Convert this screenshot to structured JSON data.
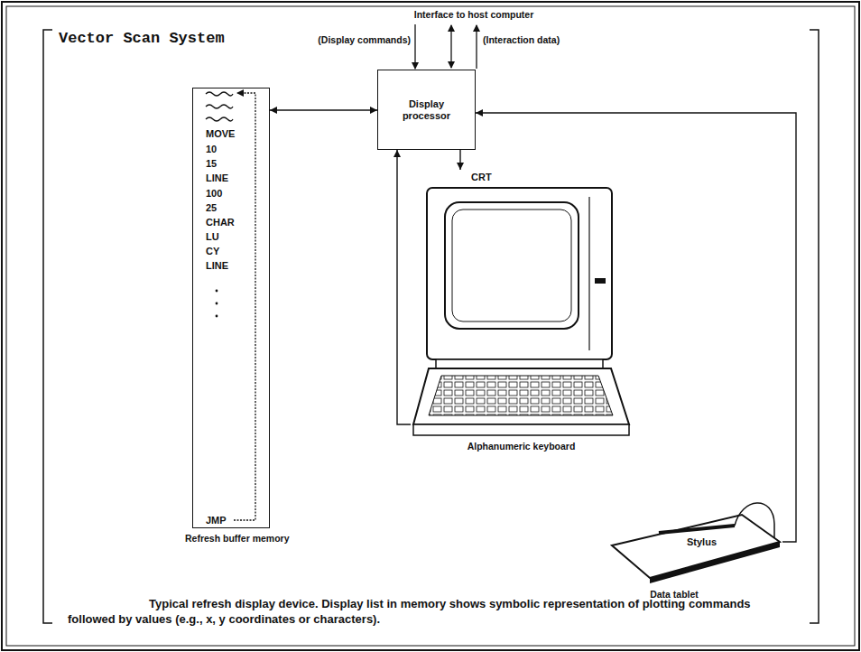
{
  "diagram": {
    "title": "Vector Scan System",
    "caption": "Typical refresh display device. Display list in memory shows symbolic representation of plotting commands followed by values (e.g., x, y coordinates or characters).",
    "nodes": [
      {
        "text": [
          "Display processor"
        ]
      },
      {
        "text": [
          "MOVE",
          "10",
          "15",
          "LINE",
          "100",
          "25",
          "CHAR",
          "LU",
          "CY",
          "LINE",
          "JMP",
          "Refresh buffer memory"
        ]
      },
      {
        "text": [
          "CRT",
          "Alphanumeric keyboard"
        ]
      },
      {
        "text": [
          "Stylus",
          "Data tablet"
        ]
      }
    ],
    "edges": [
      {
        "from": 0,
        "to": 1,
        "arrow": "both"
      },
      {
        "from": 0,
        "to": 2,
        "arrow": "to"
      },
      {
        "from": 2,
        "to": 0,
        "arrow": "to"
      },
      {
        "from": 3,
        "to": 0,
        "arrow": "to"
      }
    ],
    "labels": [
      "Interface to host computer",
      "(Display commands)",
      "(Interaction data)"
    ]
  }
}
